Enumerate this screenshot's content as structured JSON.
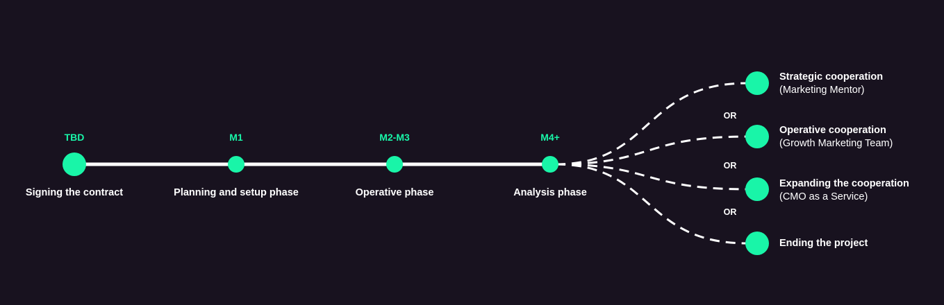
{
  "colors": {
    "background": "#18121f",
    "accent": "#19f5a8",
    "line": "#ffffff",
    "text": "#ffffff"
  },
  "timeline": [
    {
      "milestone": "TBD",
      "phase": "Signing the contract"
    },
    {
      "milestone": "M1",
      "phase": "Planning and setup phase"
    },
    {
      "milestone": "M2-M3",
      "phase": "Operative phase"
    },
    {
      "milestone": "M4+",
      "phase": "Analysis phase"
    }
  ],
  "outcomes": [
    {
      "title": "Strategic cooperation",
      "subtitle": "(Marketing Mentor)"
    },
    {
      "title": "Operative cooperation",
      "subtitle": "(Growth Marketing Team)"
    },
    {
      "title": "Expanding the cooperation",
      "subtitle": "(CMO as a Service)"
    },
    {
      "title": "Ending the project",
      "subtitle": ""
    }
  ],
  "separators": [
    "OR",
    "OR",
    "OR"
  ]
}
